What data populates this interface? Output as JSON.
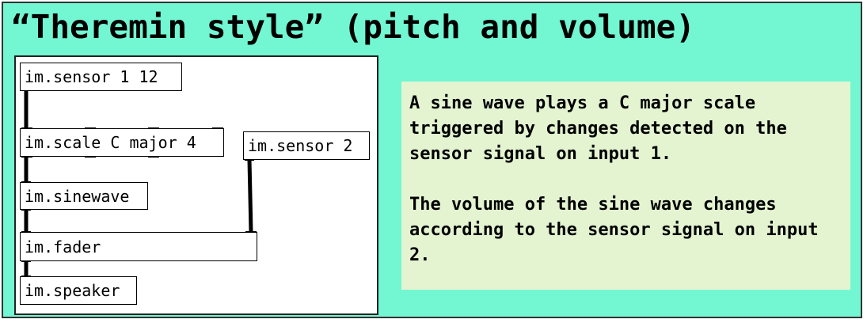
{
  "title": "“Theremin style” (pitch and volume)",
  "objects": {
    "sensor1": "im.sensor 1 12",
    "scale": "im.scale C major 4",
    "sensor2": "im.sensor 2",
    "sinewave": "im.sinewave",
    "fader": "im.fader",
    "speaker": "im.speaker"
  },
  "description": {
    "paragraph1": "A sine wave plays a C major scale triggered by changes detected on the sensor signal on input 1.",
    "paragraph2": "The volume of the sine wave changes according to the sensor signal on input 2."
  },
  "colors": {
    "background": "#72f7d2",
    "patch": "#ffffff",
    "note": "#e4f4d1"
  }
}
